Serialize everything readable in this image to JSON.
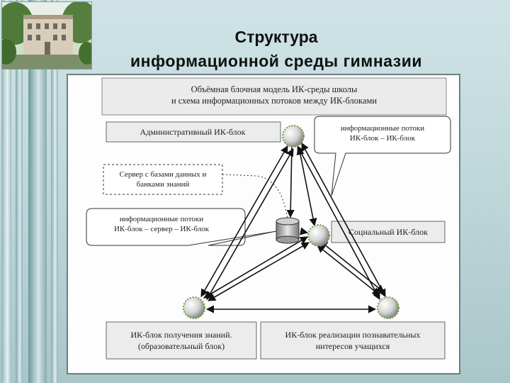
{
  "title": {
    "line1": "Структура",
    "line2": "информационной среды гимназии"
  },
  "diagram": {
    "header_line1": "Объёмная блочная модель ИК-среды школы",
    "header_line2": "и схема информационных потоков между ИК-блоками",
    "admin_block": "Административный ИК-блок",
    "server_line1": "Сервер с базами данных и",
    "server_line2": "банками знаний",
    "callout_top_line1": "информационные потоки",
    "callout_top_line2": "ИК-блок – ИК-блок",
    "callout_mid_line1": "информационные потоки",
    "callout_mid_line2": "ИК-блок – сервер – ИК-блок",
    "social_block": "Социальный ИК-блок",
    "knowledge_line1": "ИК-блок получения знаний.",
    "knowledge_line2": "(образовательный блок)",
    "interests_line1": "ИК-блок реализации познавательных",
    "interests_line2": "интересов учащихся"
  },
  "colors": {
    "node_fill": "#d9d9d9",
    "node_ring": "#6fa33a",
    "box_fill": "#ececec",
    "line": "#111111"
  }
}
